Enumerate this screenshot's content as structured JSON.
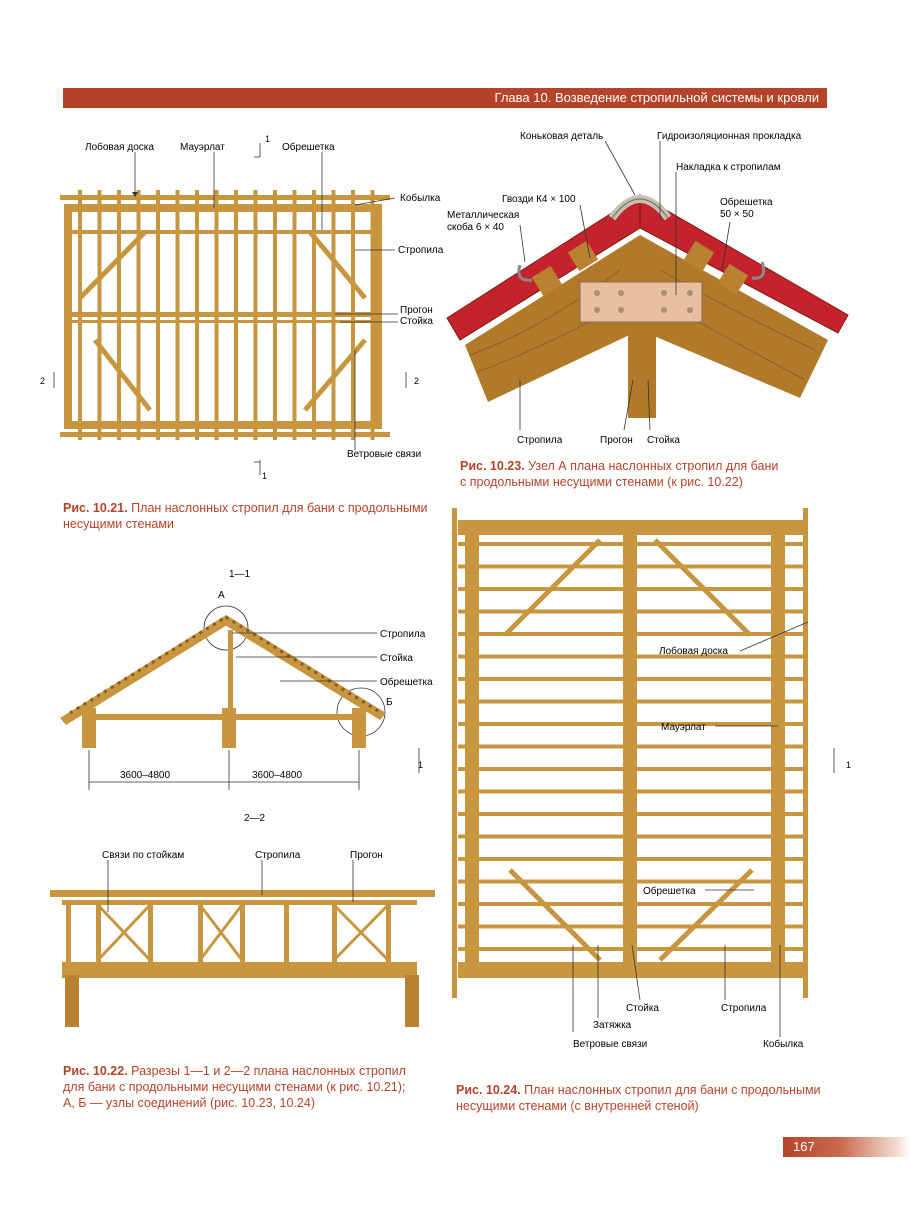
{
  "header": {
    "title": "Глава 10. Возведение стропильной системы и кровли"
  },
  "page_number": "167",
  "fig21": {
    "caption_num": "Рис. 10.21.",
    "caption_text_1": " План наслонных стропил для бани с продольными",
    "caption_text_2": "несущими стенами",
    "labels": {
      "frontal_board": "Лобовая доска",
      "mauerlat": "Мауэрлат",
      "obreshetka": "Обрешетка",
      "kobylka": "Кобылка",
      "stropila": "Стропила",
      "progon": "Прогон",
      "stoyka": "Стойка",
      "wind_braces": "Ветровые связи",
      "sec1": "1",
      "sec2": "2"
    }
  },
  "fig22": {
    "caption_num": "Рис. 10.22.",
    "caption_text_1": " Разрезы 1—1 и 2—2 плана наслонных стропил",
    "caption_text_2": "для бани с продольными несущими стенами (к рис. 10.21);",
    "caption_text_3": "А, Б — узлы соединений (рис. 10.23, 10.24)",
    "section_1": "1—1",
    "section_2": "2—2",
    "node_a": "А",
    "node_b": "Б",
    "dim_left": "3600–4800",
    "dim_right": "3600–4800",
    "labels": {
      "stropila": "Стропила",
      "stoyka": "Стойка",
      "obreshetka": "Обрешетка",
      "post_braces": "Связи по стойкам",
      "stropila2": "Стропила",
      "progon": "Прогон"
    }
  },
  "fig23": {
    "caption_num": "Рис. 10.23.",
    "caption_text_1": " Узел А плана наслонных стропил для бани",
    "caption_text_2": "с продольными несущими стенами (к рис. 10.22)",
    "labels": {
      "ridge": "Коньковая деталь",
      "waterproof": "Гидроизоляционная прокладка",
      "overlay": "Накладка к стропилам",
      "nails": "Гвозди К4 × 100",
      "bracket_1": "Металлическая",
      "bracket_2": "скоба 6 × 40",
      "obreshetka_1": "Обрешетка",
      "obreshetka_2": "50 × 50",
      "stropila": "Стропила",
      "progon": "Прогон",
      "stoyka": "Стойка"
    }
  },
  "fig24": {
    "caption_num": "Рис. 10.24.",
    "caption_text_1": " План наслонных стропил для бани с продольными",
    "caption_text_2": "несущими стенами (с внутренней стеной)",
    "labels": {
      "frontal_board": "Лобовая доска",
      "mauerlat": "Мауэрлат",
      "obreshetka": "Обрешетка",
      "stoyka": "Стойка",
      "stropila": "Стропила",
      "zatyazhka": "Затяжка",
      "wind_braces": "Ветровые связи",
      "kobylka": "Кобылка",
      "sec1": "1"
    }
  }
}
